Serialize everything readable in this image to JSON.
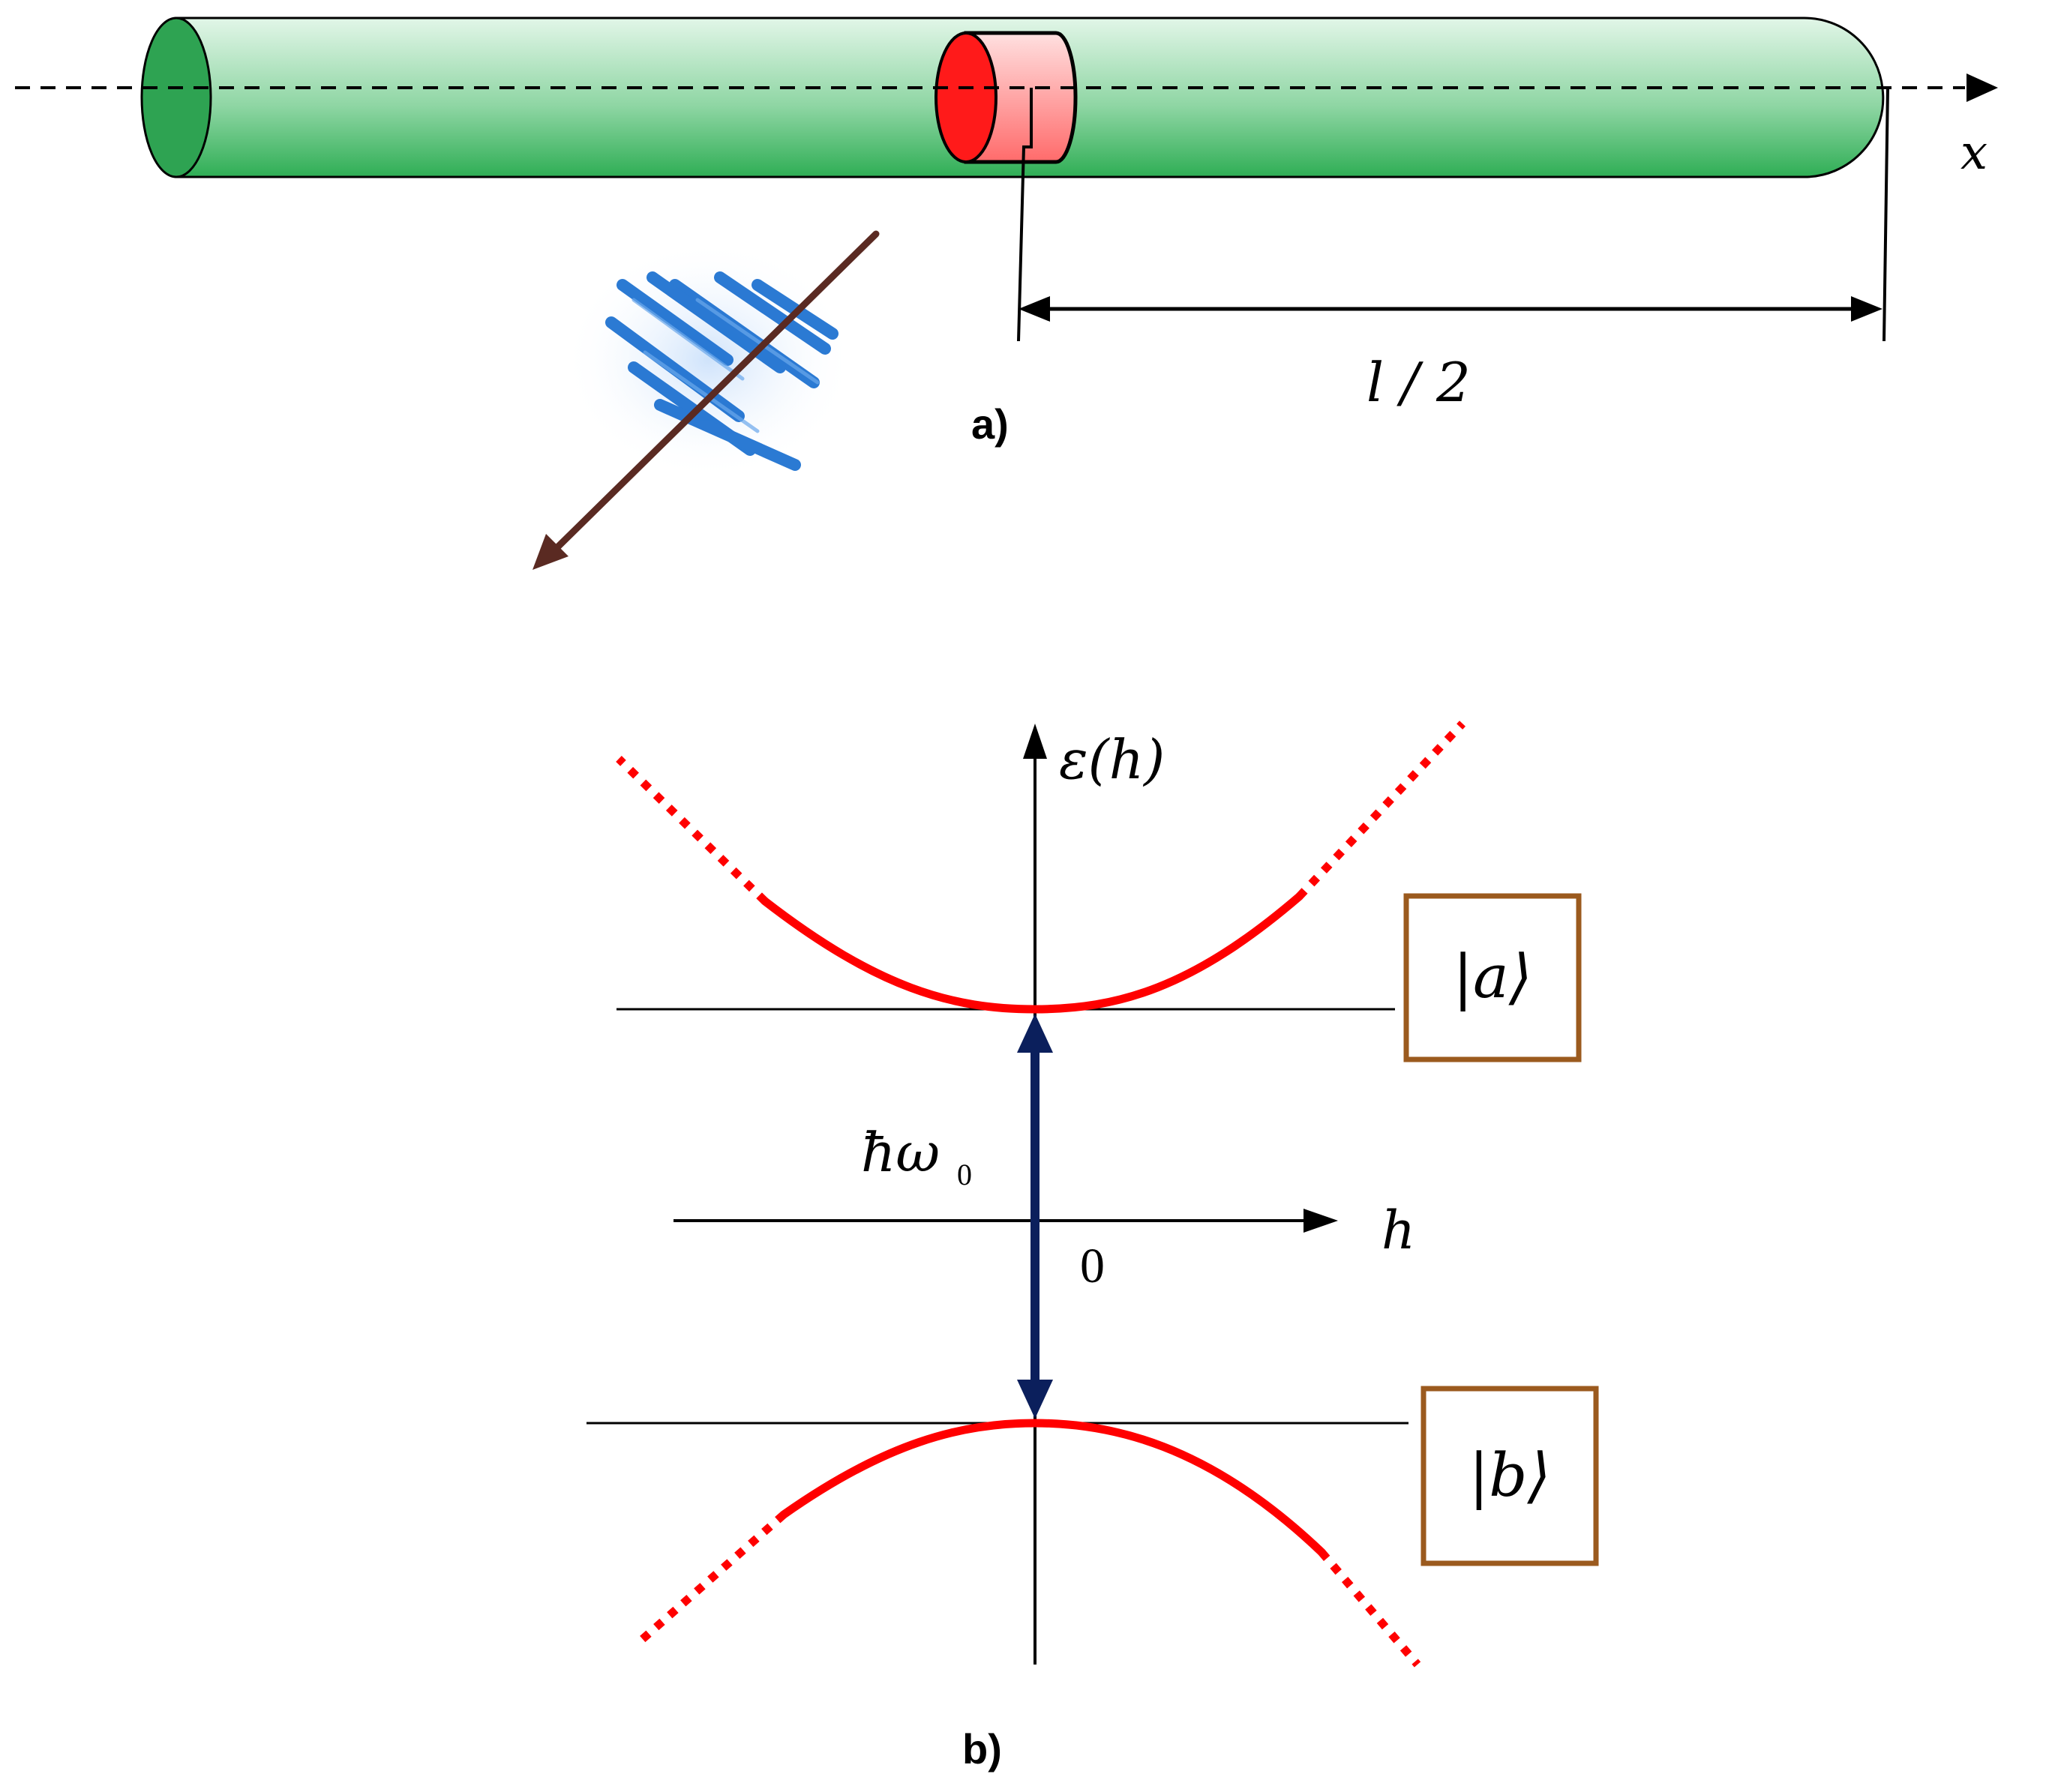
{
  "panel_a": {
    "label": "a)",
    "axis_label": "x",
    "length_label": "l / 2",
    "colors": {
      "tube": "#3cb15a",
      "tube_light": "#d6f2df",
      "segment": "#ff0000",
      "segment_light": "#ffc8c8",
      "wave": "#1a6fd0",
      "arrow": "#5a2a22"
    }
  },
  "panel_b": {
    "label": "b)",
    "y_axis_label": "ε(h)",
    "x_axis_label": "h",
    "origin_label": "0",
    "gap_label": "ħω",
    "gap_subscript": "0",
    "state_upper": "|a⟩",
    "state_lower": "|b⟩",
    "colors": {
      "curve": "#ff0000",
      "gap_arrow": "#0b1f5c",
      "box": "#9b5a1e"
    }
  }
}
